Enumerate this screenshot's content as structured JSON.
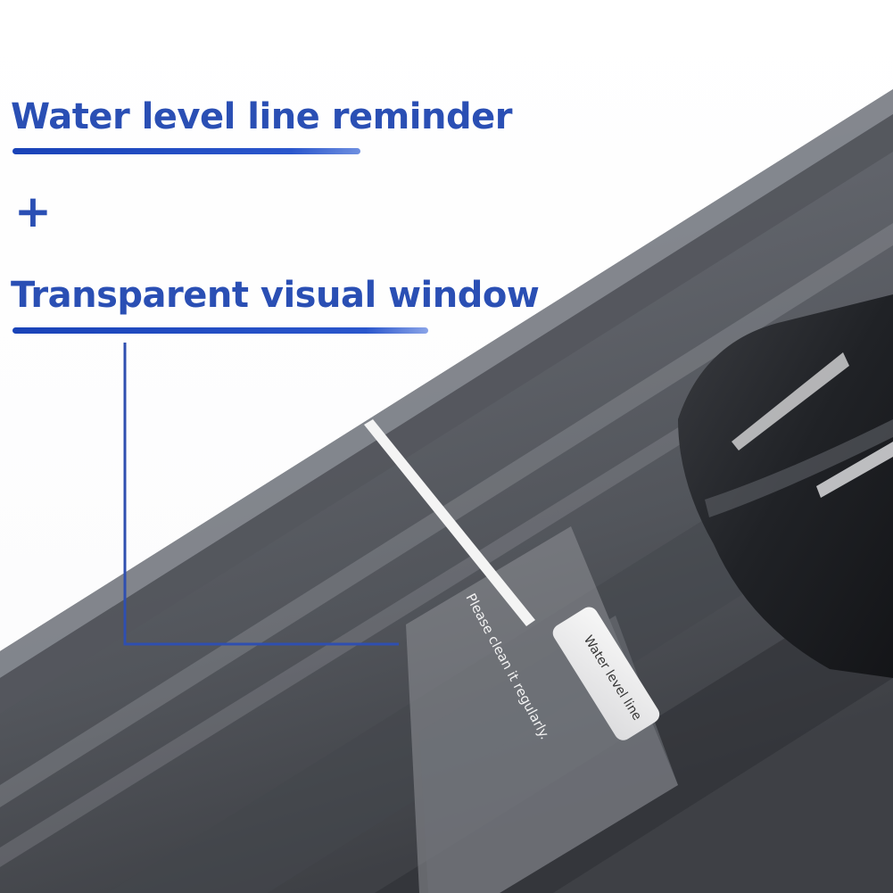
{
  "headline": {
    "line1": "Water level line reminder",
    "plus": "+",
    "line2": "Transparent visual window"
  },
  "product": {
    "label_side": "Please clean it regularly.",
    "label_tab": "Water level line"
  },
  "colors": {
    "accent": "#2a4fb4",
    "callout": "#2f4fb0",
    "tank_body": "#5c5f66",
    "tank_dark": "#2c2e33",
    "label": "#f1f1f1"
  }
}
